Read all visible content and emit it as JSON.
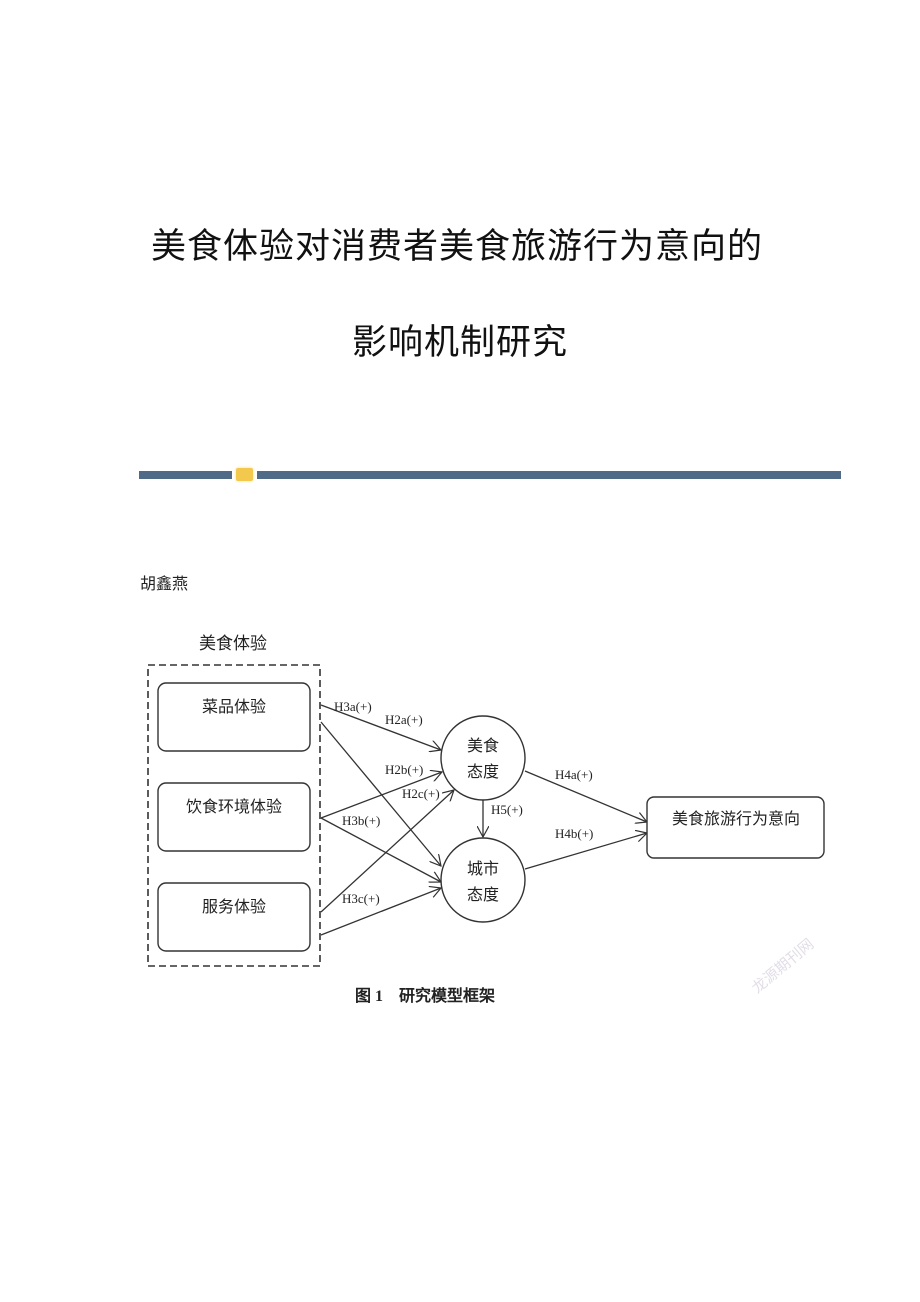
{
  "title_line1": "美食体验对消费者美食旅游行为意向的",
  "title_line2": "影响机制研究",
  "author": "胡鑫燕",
  "figure": {
    "group_label": "美食体验",
    "boxes": [
      "菜品体验",
      "饮食环境体验",
      "服务体验"
    ],
    "mediator1": [
      "美食",
      "态度"
    ],
    "mediator2": [
      "城市",
      "态度"
    ],
    "outcome": "美食旅游行为意向",
    "paths": {
      "h3a": "H3a(+)",
      "h2a": "H2a(+)",
      "h2b": "H2b(+)",
      "h2c": "H2c(+)",
      "h3b": "H3b(+)",
      "h3c": "H3c(+)",
      "h5": "H5(+)",
      "h4a": "H4a(+)",
      "h4b": "H4b(+)"
    },
    "caption": "图 1　研究模型框架"
  },
  "watermark": "龙源期刊网",
  "colors": {
    "bar": "#4f6b88",
    "bar_accent": "#f2c94c"
  }
}
